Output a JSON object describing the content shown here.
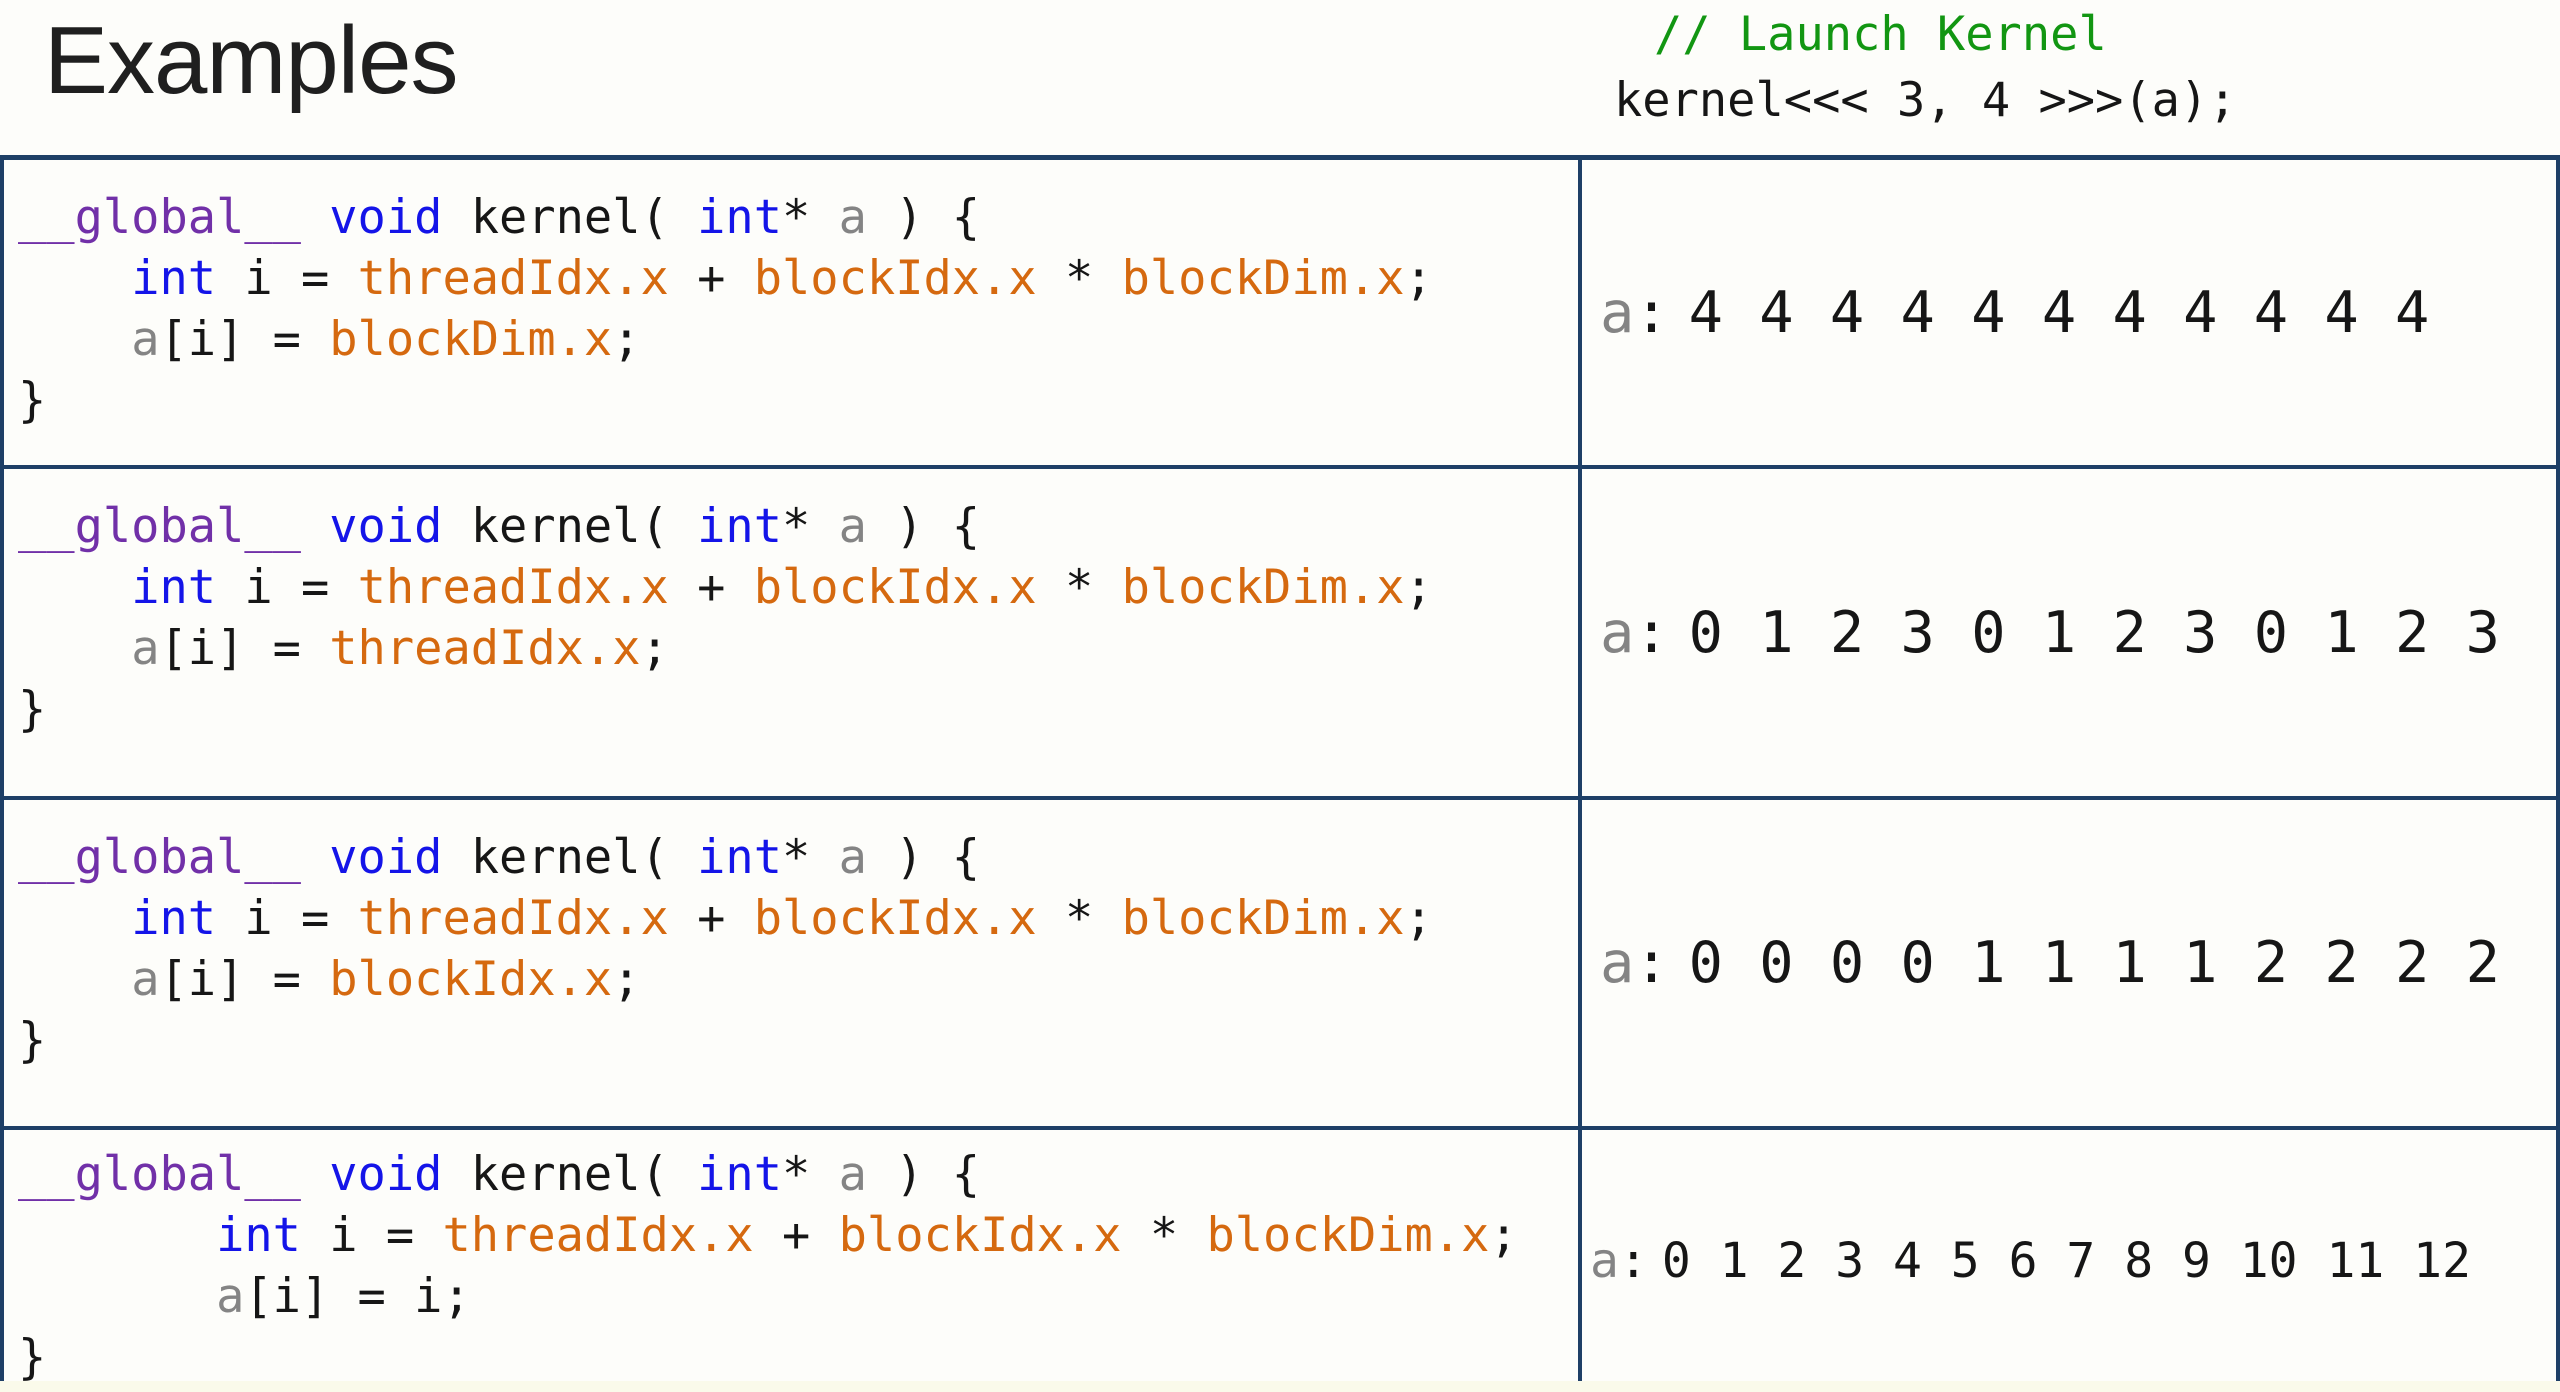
{
  "title": "Examples",
  "launch": {
    "comment": "// Launch Kernel",
    "call": "kernel<<< 3, 4 >>>(a);"
  },
  "palette": {
    "border_navy": "#1e3f66",
    "keyword_blue": "#1414e8",
    "modifier_purple": "#7130a8",
    "builtin_orange": "#d5690f",
    "comment_green": "#129612",
    "param_gray": "#848484",
    "text_ink": "#161616",
    "background": "#fdfdfa"
  },
  "rows": [
    {
      "code": [
        [
          [
            "mod",
            "__global__"
          ],
          [
            "pln",
            " "
          ],
          [
            "kw",
            "void"
          ],
          [
            "pln",
            " kernel( "
          ],
          [
            "kw",
            "int"
          ],
          [
            "pln",
            "* "
          ],
          [
            "prm",
            "a"
          ],
          [
            "pln",
            " ) {"
          ]
        ],
        [
          [
            "pln",
            "    "
          ],
          [
            "kw",
            "int"
          ],
          [
            "pln",
            " i = "
          ],
          [
            "bi",
            "threadIdx.x"
          ],
          [
            "pln",
            " + "
          ],
          [
            "bi",
            "blockIdx.x"
          ],
          [
            "pln",
            " * "
          ],
          [
            "bi",
            "blockDim.x"
          ],
          [
            "pln",
            ";"
          ]
        ],
        [
          [
            "pln",
            "    "
          ],
          [
            "prm",
            "a"
          ],
          [
            "pln",
            "[i] = "
          ],
          [
            "bi",
            "blockDim.x"
          ],
          [
            "pln",
            ";"
          ]
        ],
        [
          [
            "pln",
            "}"
          ]
        ]
      ],
      "output_label": "a",
      "output_colon": ":",
      "output_values": "4 4 4 4 4 4 4 4 4 4 4"
    },
    {
      "code": [
        [
          [
            "mod",
            "__global__"
          ],
          [
            "pln",
            " "
          ],
          [
            "kw",
            "void"
          ],
          [
            "pln",
            " kernel( "
          ],
          [
            "kw",
            "int"
          ],
          [
            "pln",
            "* "
          ],
          [
            "prm",
            "a"
          ],
          [
            "pln",
            " ) {"
          ]
        ],
        [
          [
            "pln",
            "    "
          ],
          [
            "kw",
            "int"
          ],
          [
            "pln",
            " i = "
          ],
          [
            "bi",
            "threadIdx.x"
          ],
          [
            "pln",
            " + "
          ],
          [
            "bi",
            "blockIdx.x"
          ],
          [
            "pln",
            " * "
          ],
          [
            "bi",
            "blockDim.x"
          ],
          [
            "pln",
            ";"
          ]
        ],
        [
          [
            "pln",
            "    "
          ],
          [
            "prm",
            "a"
          ],
          [
            "pln",
            "[i] = "
          ],
          [
            "bi",
            "threadIdx.x"
          ],
          [
            "pln",
            ";"
          ]
        ],
        [
          [
            "pln",
            "}"
          ]
        ]
      ],
      "output_label": "a",
      "output_colon": ":",
      "output_values": "0 1 2 3 0 1 2 3 0 1 2 3"
    },
    {
      "code": [
        [
          [
            "mod",
            "__global__"
          ],
          [
            "pln",
            " "
          ],
          [
            "kw",
            "void"
          ],
          [
            "pln",
            " kernel( "
          ],
          [
            "kw",
            "int"
          ],
          [
            "pln",
            "* "
          ],
          [
            "prm",
            "a"
          ],
          [
            "pln",
            " ) {"
          ]
        ],
        [
          [
            "pln",
            "    "
          ],
          [
            "kw",
            "int"
          ],
          [
            "pln",
            " i = "
          ],
          [
            "bi",
            "threadIdx.x"
          ],
          [
            "pln",
            " + "
          ],
          [
            "bi",
            "blockIdx.x"
          ],
          [
            "pln",
            " * "
          ],
          [
            "bi",
            "blockDim.x"
          ],
          [
            "pln",
            ";"
          ]
        ],
        [
          [
            "pln",
            "    "
          ],
          [
            "prm",
            "a"
          ],
          [
            "pln",
            "[i] = "
          ],
          [
            "bi",
            "blockIdx.x"
          ],
          [
            "pln",
            ";"
          ]
        ],
        [
          [
            "pln",
            "}"
          ]
        ]
      ],
      "output_label": "a",
      "output_colon": ":",
      "output_values": "0 0 0 0 1 1 1 1 2 2 2 2"
    },
    {
      "code": [
        [
          [
            "mod",
            "__global__"
          ],
          [
            "pln",
            " "
          ],
          [
            "kw",
            "void"
          ],
          [
            "pln",
            " kernel( "
          ],
          [
            "kw",
            "int"
          ],
          [
            "pln",
            "* "
          ],
          [
            "prm",
            "a"
          ],
          [
            "pln",
            " ) {"
          ]
        ],
        [
          [
            "pln",
            "       "
          ],
          [
            "kw",
            "int"
          ],
          [
            "pln",
            " i = "
          ],
          [
            "bi",
            "threadIdx.x"
          ],
          [
            "pln",
            " + "
          ],
          [
            "bi",
            "blockIdx.x"
          ],
          [
            "pln",
            " * "
          ],
          [
            "bi",
            "blockDim.x"
          ],
          [
            "pln",
            ";"
          ]
        ],
        [
          [
            "pln",
            "       "
          ],
          [
            "prm",
            "a"
          ],
          [
            "pln",
            "[i] = i;"
          ]
        ],
        [
          [
            "pln",
            "}"
          ]
        ]
      ],
      "output_label": "a",
      "output_colon": ":",
      "output_values": "0 1 2 3 4 5 6 7 8 9 10 11 12"
    }
  ]
}
